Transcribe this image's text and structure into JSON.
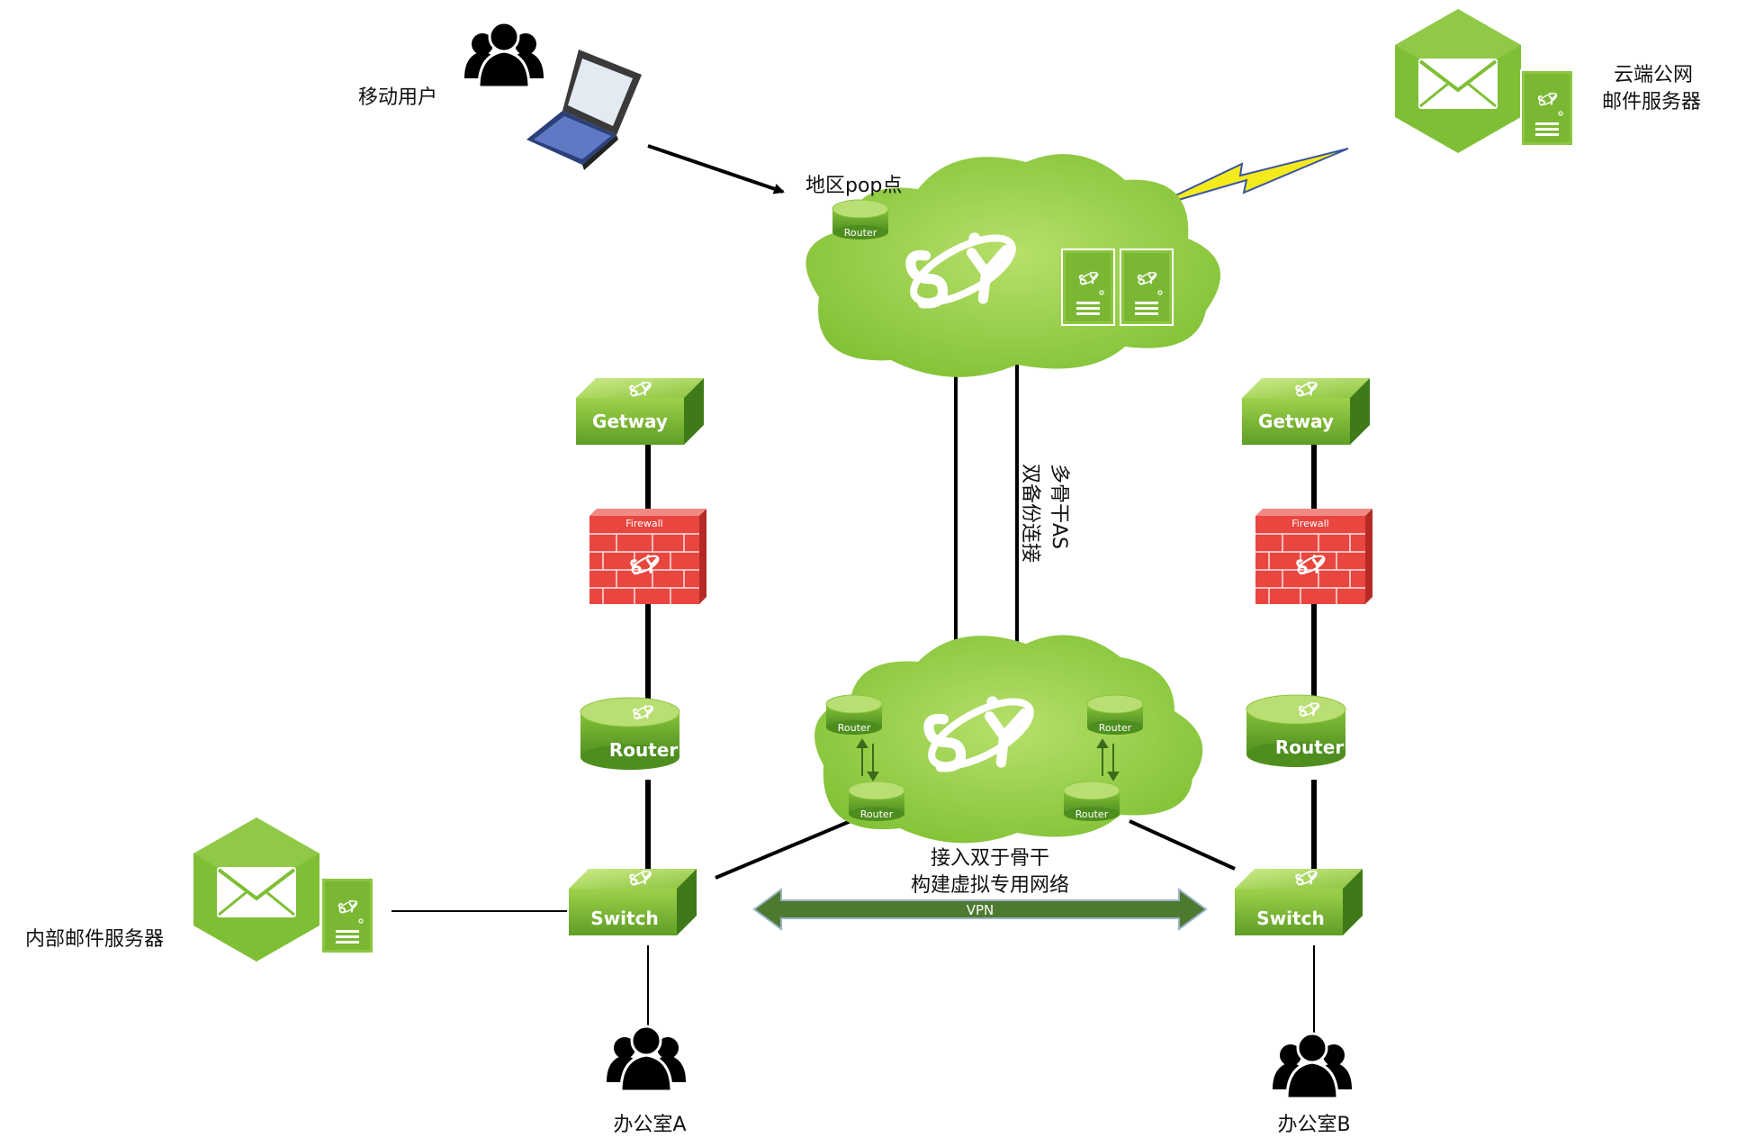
{
  "labels": {
    "mobile_user": "移动用户",
    "pop": "地区pop点",
    "cloud_mail_line1": "云端公网",
    "cloud_mail_line2": "邮件服务器",
    "backbone_line1": "多骨干AS",
    "backbone_line2": "双备份连接",
    "internal_mail": "内部邮件服务器",
    "access_line1": "接入双于骨干",
    "access_line2": "构建虚拟专用网络",
    "vpn": "VPN",
    "office_a": "办公室A",
    "office_b": "办公室B"
  },
  "devices": {
    "gateway": "Getway",
    "firewall": "Firewall",
    "router": "Router",
    "switch": "Switch"
  },
  "logo_text": "SY",
  "colors": {
    "green_light": "#8ccb3e",
    "green_dark": "#4f8f1e",
    "firewall_red": "#e8463f",
    "vpn_arrow": "#4d7a2f",
    "lightning": "#f4ea1c"
  }
}
